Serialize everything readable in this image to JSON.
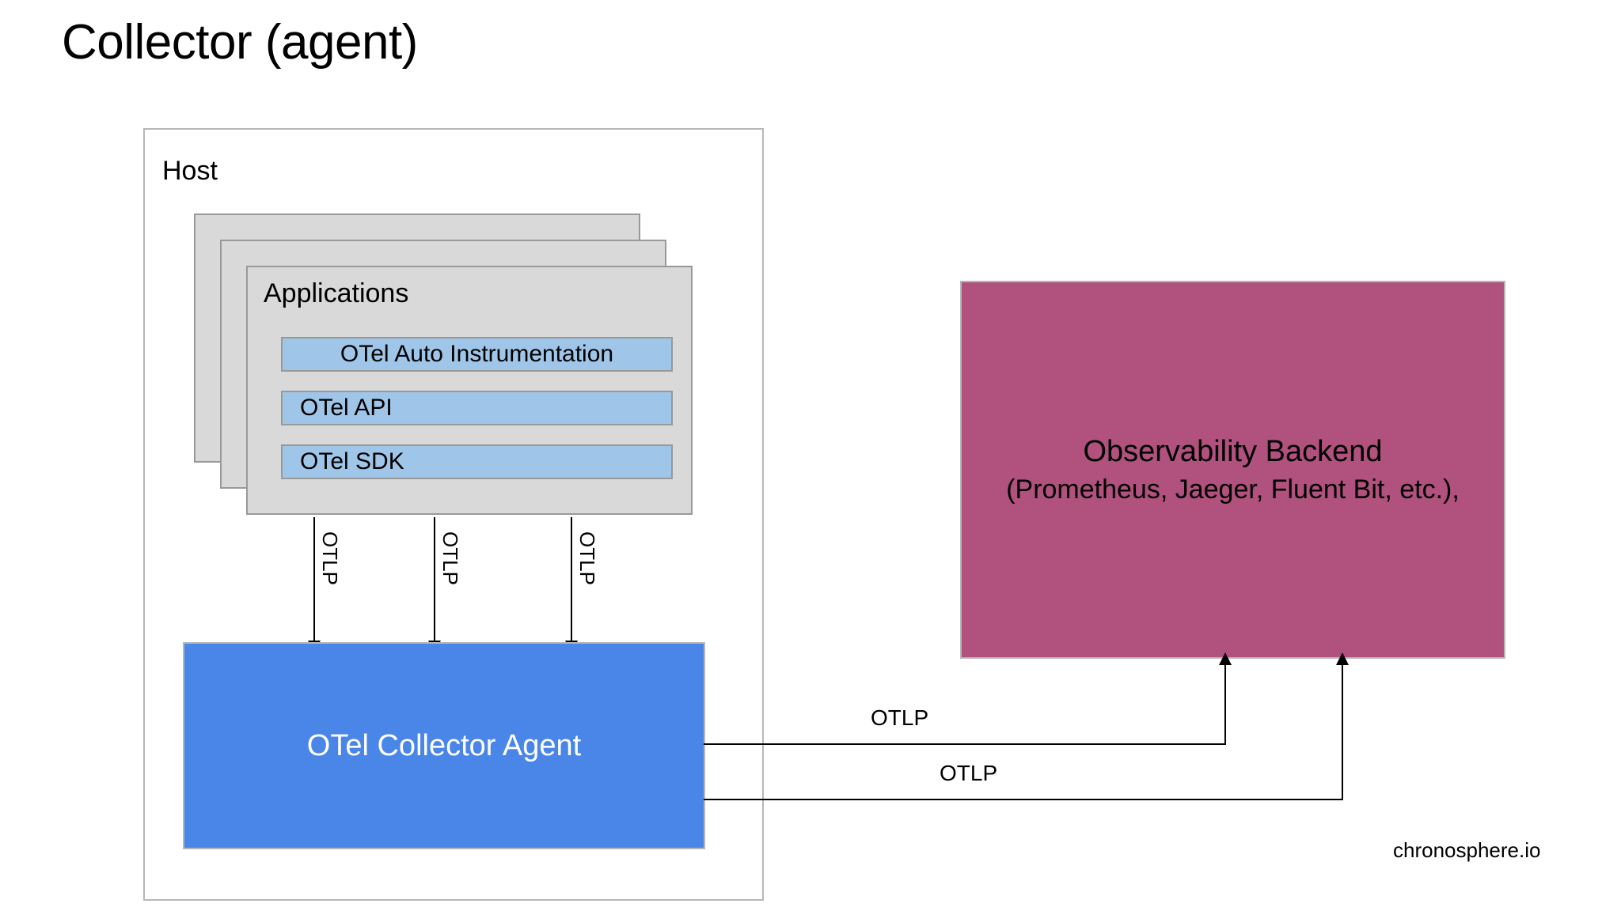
{
  "slide": {
    "title": "Collector (agent)",
    "footer_brand": "chronosphere.io",
    "background_color": "#ffffff"
  },
  "host": {
    "label": "Host",
    "border_color": "#b7b7b7"
  },
  "applications": {
    "label": "Applications",
    "card_count": 3,
    "card_fill": "#d9d9d9",
    "card_border": "#999999",
    "layers": [
      {
        "label": "OTel Auto Instrumentation",
        "fill": "#9fc5e8",
        "align": "center"
      },
      {
        "label": "OTel API",
        "fill": "#9fc5e8",
        "align": "left"
      },
      {
        "label": "OTel SDK",
        "fill": "#9fc5e8",
        "align": "left"
      }
    ]
  },
  "app_to_collector_arrows": [
    {
      "label": "OTLP",
      "orientation": "vertical-down"
    },
    {
      "label": "OTLP",
      "orientation": "vertical-down"
    },
    {
      "label": "OTLP",
      "orientation": "vertical-down"
    }
  ],
  "collector": {
    "label": "OTel Collector Agent",
    "fill": "#4a86e8",
    "text_color": "#ffffff",
    "border_color": "#b7b7b7"
  },
  "backend": {
    "title": "Observability Backend",
    "subtitle": "(Prometheus, Jaeger, Fluent Bit, etc.),",
    "fill": "#b0517e",
    "text_color": "#000000",
    "border_color": "#b7b7b7"
  },
  "collector_to_backend_arrows": [
    {
      "label": "OTLP",
      "orientation": "elbow-right-up"
    },
    {
      "label": "OTLP",
      "orientation": "elbow-right-up"
    }
  ]
}
